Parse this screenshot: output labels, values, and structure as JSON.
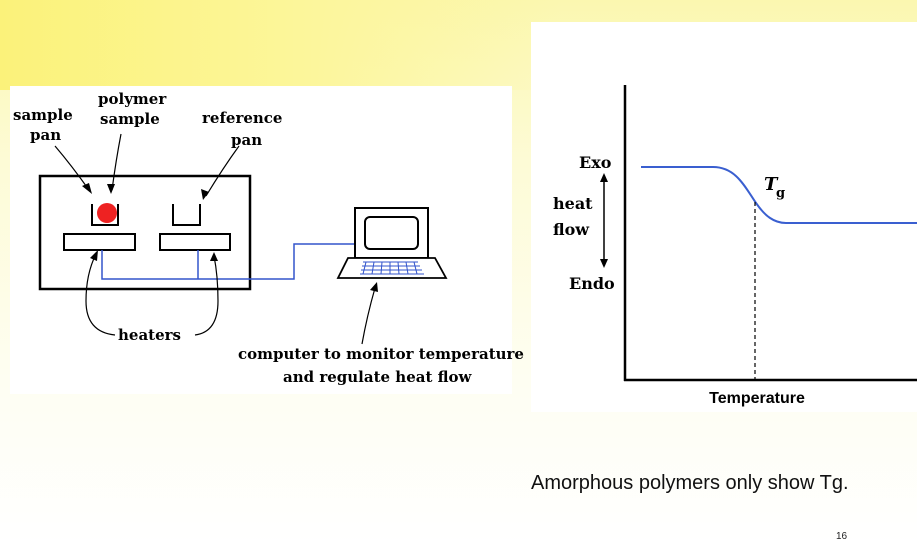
{
  "dsc_diagram": {
    "labels": {
      "sample_pan_1": "sample",
      "sample_pan_2": "pan",
      "polymer_sample_1": "polymer",
      "polymer_sample_2": "sample",
      "reference_pan_1": "reference",
      "reference_pan_2": "pan",
      "heaters": "heaters",
      "computer_1": "computer to monitor temperature",
      "computer_2": "and regulate heat flow"
    },
    "colors": {
      "wire": "#3355cc",
      "sample": "#ee2222",
      "outline": "#000000"
    }
  },
  "tg_plot": {
    "exo": "Exo",
    "heat_1": "heat",
    "heat_2": "flow",
    "endo": "Endo",
    "tg_symbol": "T",
    "tg_subscript": "g",
    "xlabel": "Temperature",
    "colors": {
      "curve": "#3a5fd0"
    }
  },
  "caption": "Amorphous polymers only show Tg.",
  "page_number": "16"
}
